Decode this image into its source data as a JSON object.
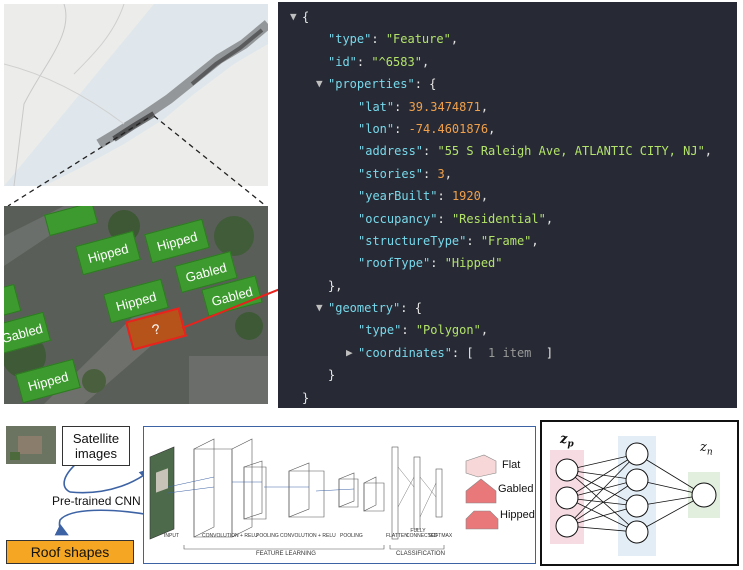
{
  "json_viewer": {
    "lines": [
      {
        "indent": 0,
        "toggle": "open",
        "parts": [
          {
            "t": "p",
            "v": "{"
          }
        ]
      },
      {
        "indent": 1,
        "parts": [
          {
            "t": "k",
            "v": "\"type\""
          },
          {
            "t": "p",
            "v": ": "
          },
          {
            "t": "s",
            "v": "\"Feature\""
          },
          {
            "t": "p",
            "v": ","
          }
        ]
      },
      {
        "indent": 1,
        "parts": [
          {
            "t": "k",
            "v": "\"id\""
          },
          {
            "t": "p",
            "v": ": "
          },
          {
            "t": "s",
            "v": "\"^6583\""
          },
          {
            "t": "p",
            "v": ","
          }
        ]
      },
      {
        "indent": 1,
        "toggle": "open",
        "parts": [
          {
            "t": "k",
            "v": "\"properties\""
          },
          {
            "t": "p",
            "v": ": {"
          }
        ]
      },
      {
        "indent": 2,
        "parts": [
          {
            "t": "k",
            "v": "\"lat\""
          },
          {
            "t": "p",
            "v": ": "
          },
          {
            "t": "n",
            "v": "39.3474871"
          },
          {
            "t": "p",
            "v": ","
          }
        ]
      },
      {
        "indent": 2,
        "parts": [
          {
            "t": "k",
            "v": "\"lon\""
          },
          {
            "t": "p",
            "v": ": "
          },
          {
            "t": "n",
            "v": "-74.4601876"
          },
          {
            "t": "p",
            "v": ","
          }
        ]
      },
      {
        "indent": 2,
        "parts": [
          {
            "t": "k",
            "v": "\"address\""
          },
          {
            "t": "p",
            "v": ": "
          },
          {
            "t": "s",
            "v": "\"55 S Raleigh Ave, ATLANTIC CITY, NJ\""
          },
          {
            "t": "p",
            "v": ","
          }
        ]
      },
      {
        "indent": 2,
        "parts": [
          {
            "t": "k",
            "v": "\"stories\""
          },
          {
            "t": "p",
            "v": ": "
          },
          {
            "t": "n",
            "v": "3"
          },
          {
            "t": "p",
            "v": ","
          }
        ]
      },
      {
        "indent": 2,
        "parts": [
          {
            "t": "k",
            "v": "\"yearBuilt\""
          },
          {
            "t": "p",
            "v": ": "
          },
          {
            "t": "n",
            "v": "1920"
          },
          {
            "t": "p",
            "v": ","
          }
        ]
      },
      {
        "indent": 2,
        "parts": [
          {
            "t": "k",
            "v": "\"occupancy\""
          },
          {
            "t": "p",
            "v": ": "
          },
          {
            "t": "s",
            "v": "\"Residential\""
          },
          {
            "t": "p",
            "v": ","
          }
        ]
      },
      {
        "indent": 2,
        "parts": [
          {
            "t": "k",
            "v": "\"structureType\""
          },
          {
            "t": "p",
            "v": ": "
          },
          {
            "t": "s",
            "v": "\"Frame\""
          },
          {
            "t": "p",
            "v": ","
          }
        ]
      },
      {
        "indent": 2,
        "parts": [
          {
            "t": "k",
            "v": "\"roofType\""
          },
          {
            "t": "p",
            "v": ": "
          },
          {
            "t": "s",
            "v": "\"Hipped\""
          }
        ]
      },
      {
        "indent": 1,
        "parts": [
          {
            "t": "p",
            "v": "},"
          }
        ]
      },
      {
        "indent": 1,
        "toggle": "open",
        "parts": [
          {
            "t": "k",
            "v": "\"geometry\""
          },
          {
            "t": "p",
            "v": ": {"
          }
        ]
      },
      {
        "indent": 2,
        "parts": [
          {
            "t": "k",
            "v": "\"type\""
          },
          {
            "t": "p",
            "v": ": "
          },
          {
            "t": "s",
            "v": "\"Polygon\""
          },
          {
            "t": "p",
            "v": ","
          }
        ]
      },
      {
        "indent": 2,
        "toggle": "closed",
        "parts": [
          {
            "t": "k",
            "v": "\"coordinates\""
          },
          {
            "t": "p",
            "v": ": [  "
          },
          {
            "t": "g",
            "v": "1 item"
          },
          {
            "t": "p",
            "v": "  ]"
          }
        ]
      },
      {
        "indent": 1,
        "parts": [
          {
            "t": "p",
            "v": "}"
          }
        ]
      },
      {
        "indent": 0,
        "parts": [
          {
            "t": "p",
            "v": "}"
          }
        ]
      }
    ]
  },
  "satellite": {
    "roofs": [
      "Hipped",
      "Hipped",
      "Gabled",
      "Hipped",
      "Gabled",
      "Gabled",
      "Hipped"
    ],
    "unknown": "?"
  },
  "pipeline": {
    "input_label": "Satellite images",
    "cnn_label": "Pre-trained CNN",
    "output_label": "Roof shapes",
    "output_color": "#f5a623",
    "classes": [
      "Flat",
      "Gabled",
      "Hipped"
    ],
    "cnn_captions": {
      "input": "INPUT",
      "conv1": "CONVOLUTION + RELU",
      "pool1": "POOLING",
      "conv2": "CONVOLUTION + RELU",
      "pool2": "POOLING",
      "flatten": "FLATTEN",
      "fc": "FULLY CONNECTED",
      "softmax": "SOFTMAX",
      "feature": "FEATURE LEARNING",
      "classification": "CLASSIFICATION"
    }
  },
  "mlp": {
    "input_symbol": "z",
    "input_sub": "p",
    "output_symbol": "z",
    "output_sub": "n"
  },
  "colors": {
    "roof_green": "#3d9a2e",
    "arrow_red": "#e8221d",
    "json_bg": "#272a34",
    "cnn_border": "#3d63a5"
  }
}
